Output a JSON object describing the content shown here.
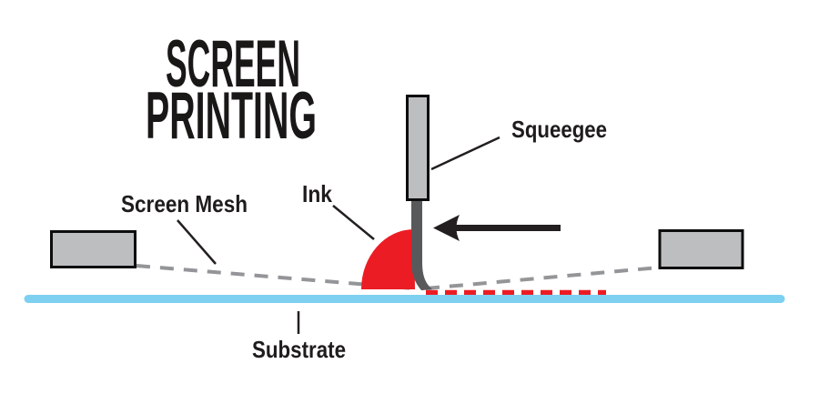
{
  "title": {
    "line1": "SCREEN",
    "line2": "PRINTING"
  },
  "labels": {
    "squeegee": "Squeegee",
    "ink": "Ink",
    "screen_mesh": "Screen Mesh",
    "substrate": "Substrate"
  },
  "colors": {
    "ink_red": "#ec1c24",
    "substrate_cyan": "#7dd0f0",
    "frame_gray": "#bcbec0",
    "handle_gray": "#bcbec0",
    "blade_gray": "#58595b",
    "mesh_gray": "#939598",
    "arrow_black": "#231f20",
    "text_black": "#1a1717"
  },
  "diagram": {
    "type": "screen-printing-process",
    "arrow_direction": "left",
    "elements": [
      "squeegee-handle",
      "squeegee-blade",
      "ink-blob",
      "screen-mesh",
      "frame-blocks",
      "substrate",
      "printed-ink-deposit"
    ]
  }
}
